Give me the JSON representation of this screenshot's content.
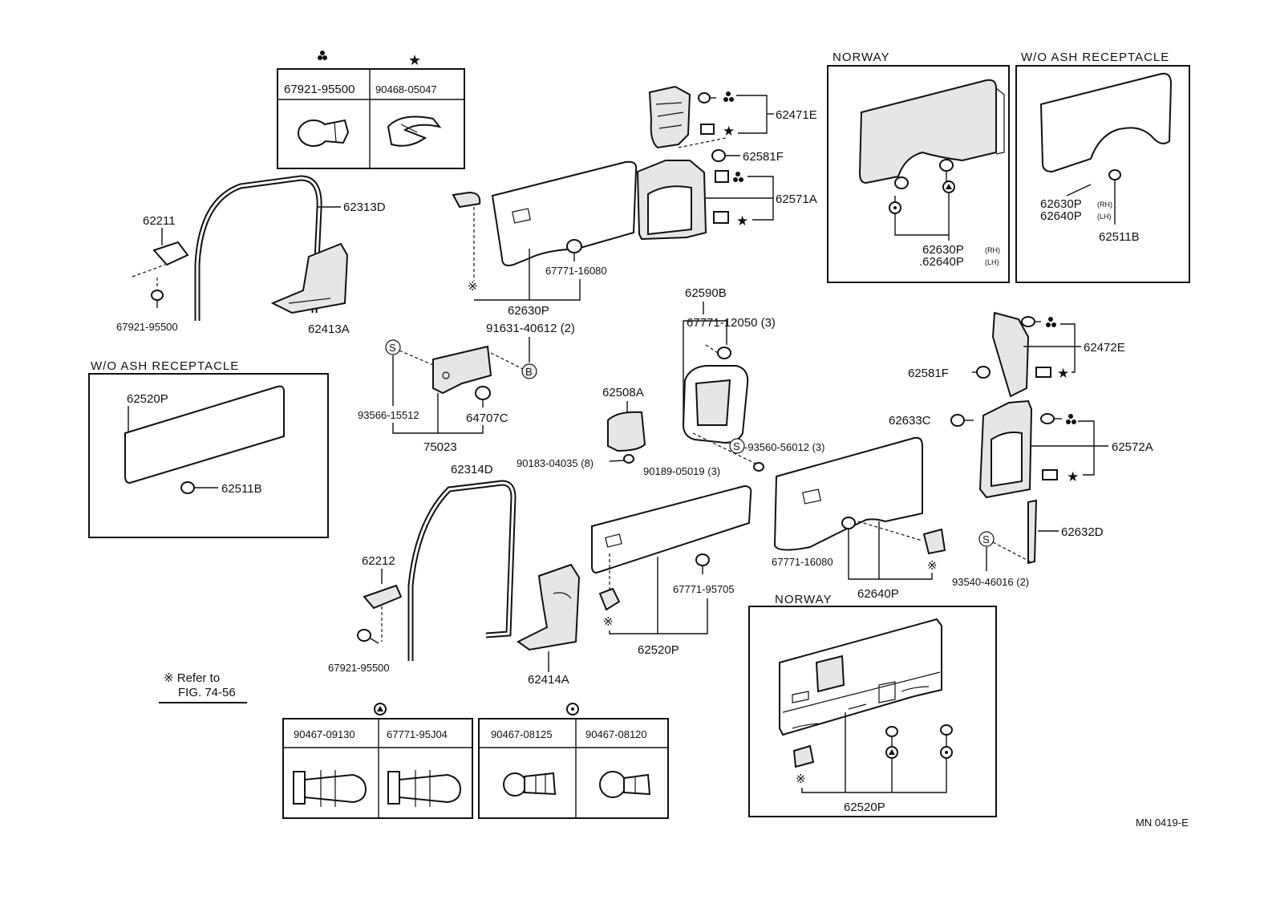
{
  "legend_top": {
    "col1_symbol": "three-dot",
    "col2_symbol": "star",
    "col1_part": "67921-95500",
    "col2_part": "90468-05047"
  },
  "legend_bottom": {
    "group1_symbol": "triangle-circle",
    "group2_symbol": "circle-dot",
    "parts": [
      "90467-09130",
      "67771-95J04",
      "90467-08125",
      "90467-08120"
    ]
  },
  "boxes": {
    "norway_top": "NORWAY",
    "wo_ash_top": "W/O  ASH  RECEPTACLE",
    "wo_ash_left": "W/O  ASH  RECEPTACLE",
    "norway_bottom": "NORWAY"
  },
  "labels": {
    "p62211": "62211",
    "p67921_a": "67921-95500",
    "p62313D": "62313D",
    "p62413A": "62413A",
    "p62630P_main": "62630P",
    "p67771_16080_a": "67771-16080",
    "p62471E": "62471E",
    "p62581F_a": "62581F",
    "p62571A": "62571A",
    "p62630P_norway": "62630P",
    "p62640P_norway": ".62640P",
    "rh1": "(RH)",
    "lh1": "(LH)",
    "p62630P_wo": "62630P",
    "p62640P_wo": "62640P",
    "rh2": "(RH)",
    "lh2": "(LH)",
    "p62511B_a": "62511B",
    "p91631": "91631-40612 (2)",
    "p93566": "93566-15512",
    "p64707C": "64707C",
    "p75023": "75023",
    "p62590B": "62590B",
    "p67771_12050": "67771-12050 (3)",
    "p62508A": "62508A",
    "p90183": "90183-04035 (8)",
    "p93560": "-93560-56012 (3)",
    "p90189": "90189-05019 (3)",
    "p62520P_a": "62520P",
    "p62511B_b": "62511B",
    "p62314D": "62314D",
    "p62212": "62212",
    "p67921_b": "67921-95500",
    "p62414A": "62414A",
    "p67771_95705": "67771-95705",
    "p62520P_b": "62520P",
    "p62581F_b": "62581F",
    "p62472E": "62472E",
    "p62633C": "62633C",
    "p62572A": "62572A",
    "p62632D": "62632D",
    "p93540": "93540-46016 (2)",
    "p67771_16080_b": "67771-16080",
    "p62640P_main": "62640P",
    "p62520P_c": "62520P",
    "refer_line1": "※ Refer to",
    "refer_line2": "FIG. 74-56",
    "s_marker": "S",
    "b_marker": "B",
    "note_mark": "※",
    "code": "MN 0419-E"
  }
}
